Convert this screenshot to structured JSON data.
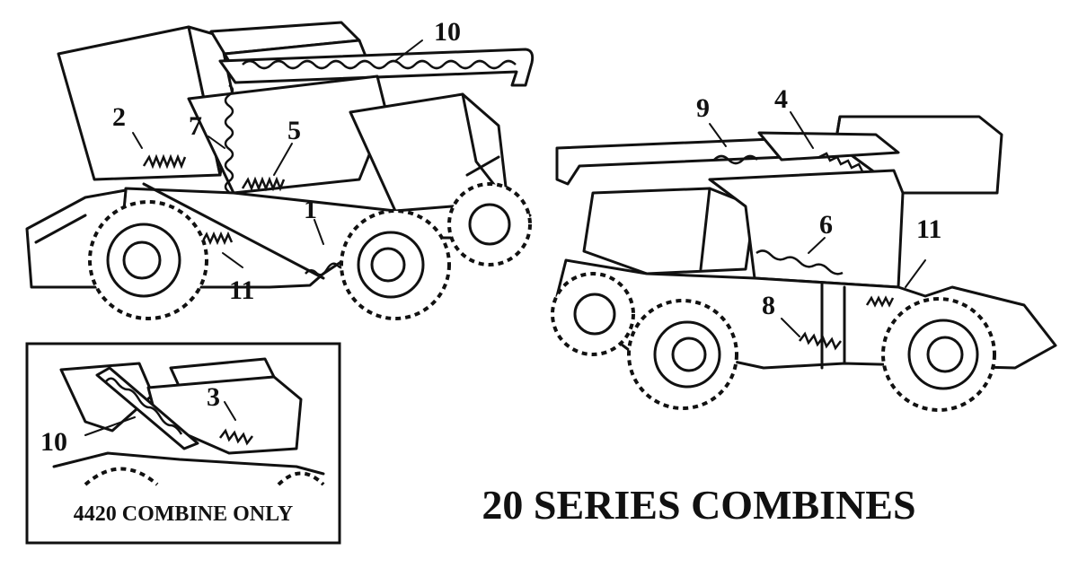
{
  "title": "20 SERIES COMBINES",
  "inset_caption": "4420 COMBINE ONLY",
  "callouts": {
    "left_combine": [
      "10",
      "2",
      "7",
      "5",
      "1",
      "11"
    ],
    "right_combine": [
      "9",
      "4",
      "6",
      "11",
      "8"
    ],
    "inset": [
      "3",
      "10"
    ]
  }
}
